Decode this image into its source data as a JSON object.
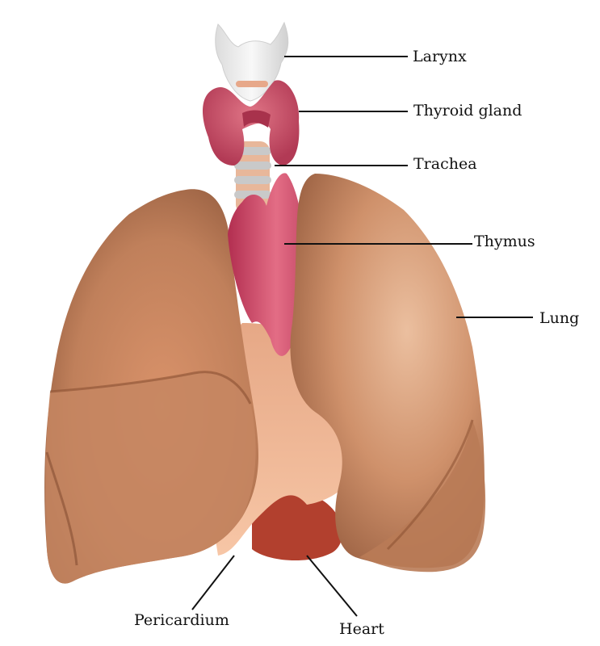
{
  "labels": {
    "larynx": "Larynx",
    "thyroid": "Thyroid gland",
    "trachea": "Trachea",
    "thymus": "Thymus",
    "lung": "Lung",
    "pericardium": "Pericardium",
    "heart": "Heart"
  },
  "colors": {
    "lung": "#c98a63",
    "lung_dark": "#8f5236",
    "thyroid": "#c94a62",
    "thymus": "#d5556f",
    "pericardium": "#f0b99a",
    "heart": "#b2402e",
    "trachea_ring": "#c9c9c9",
    "larynx": "#ececec"
  }
}
